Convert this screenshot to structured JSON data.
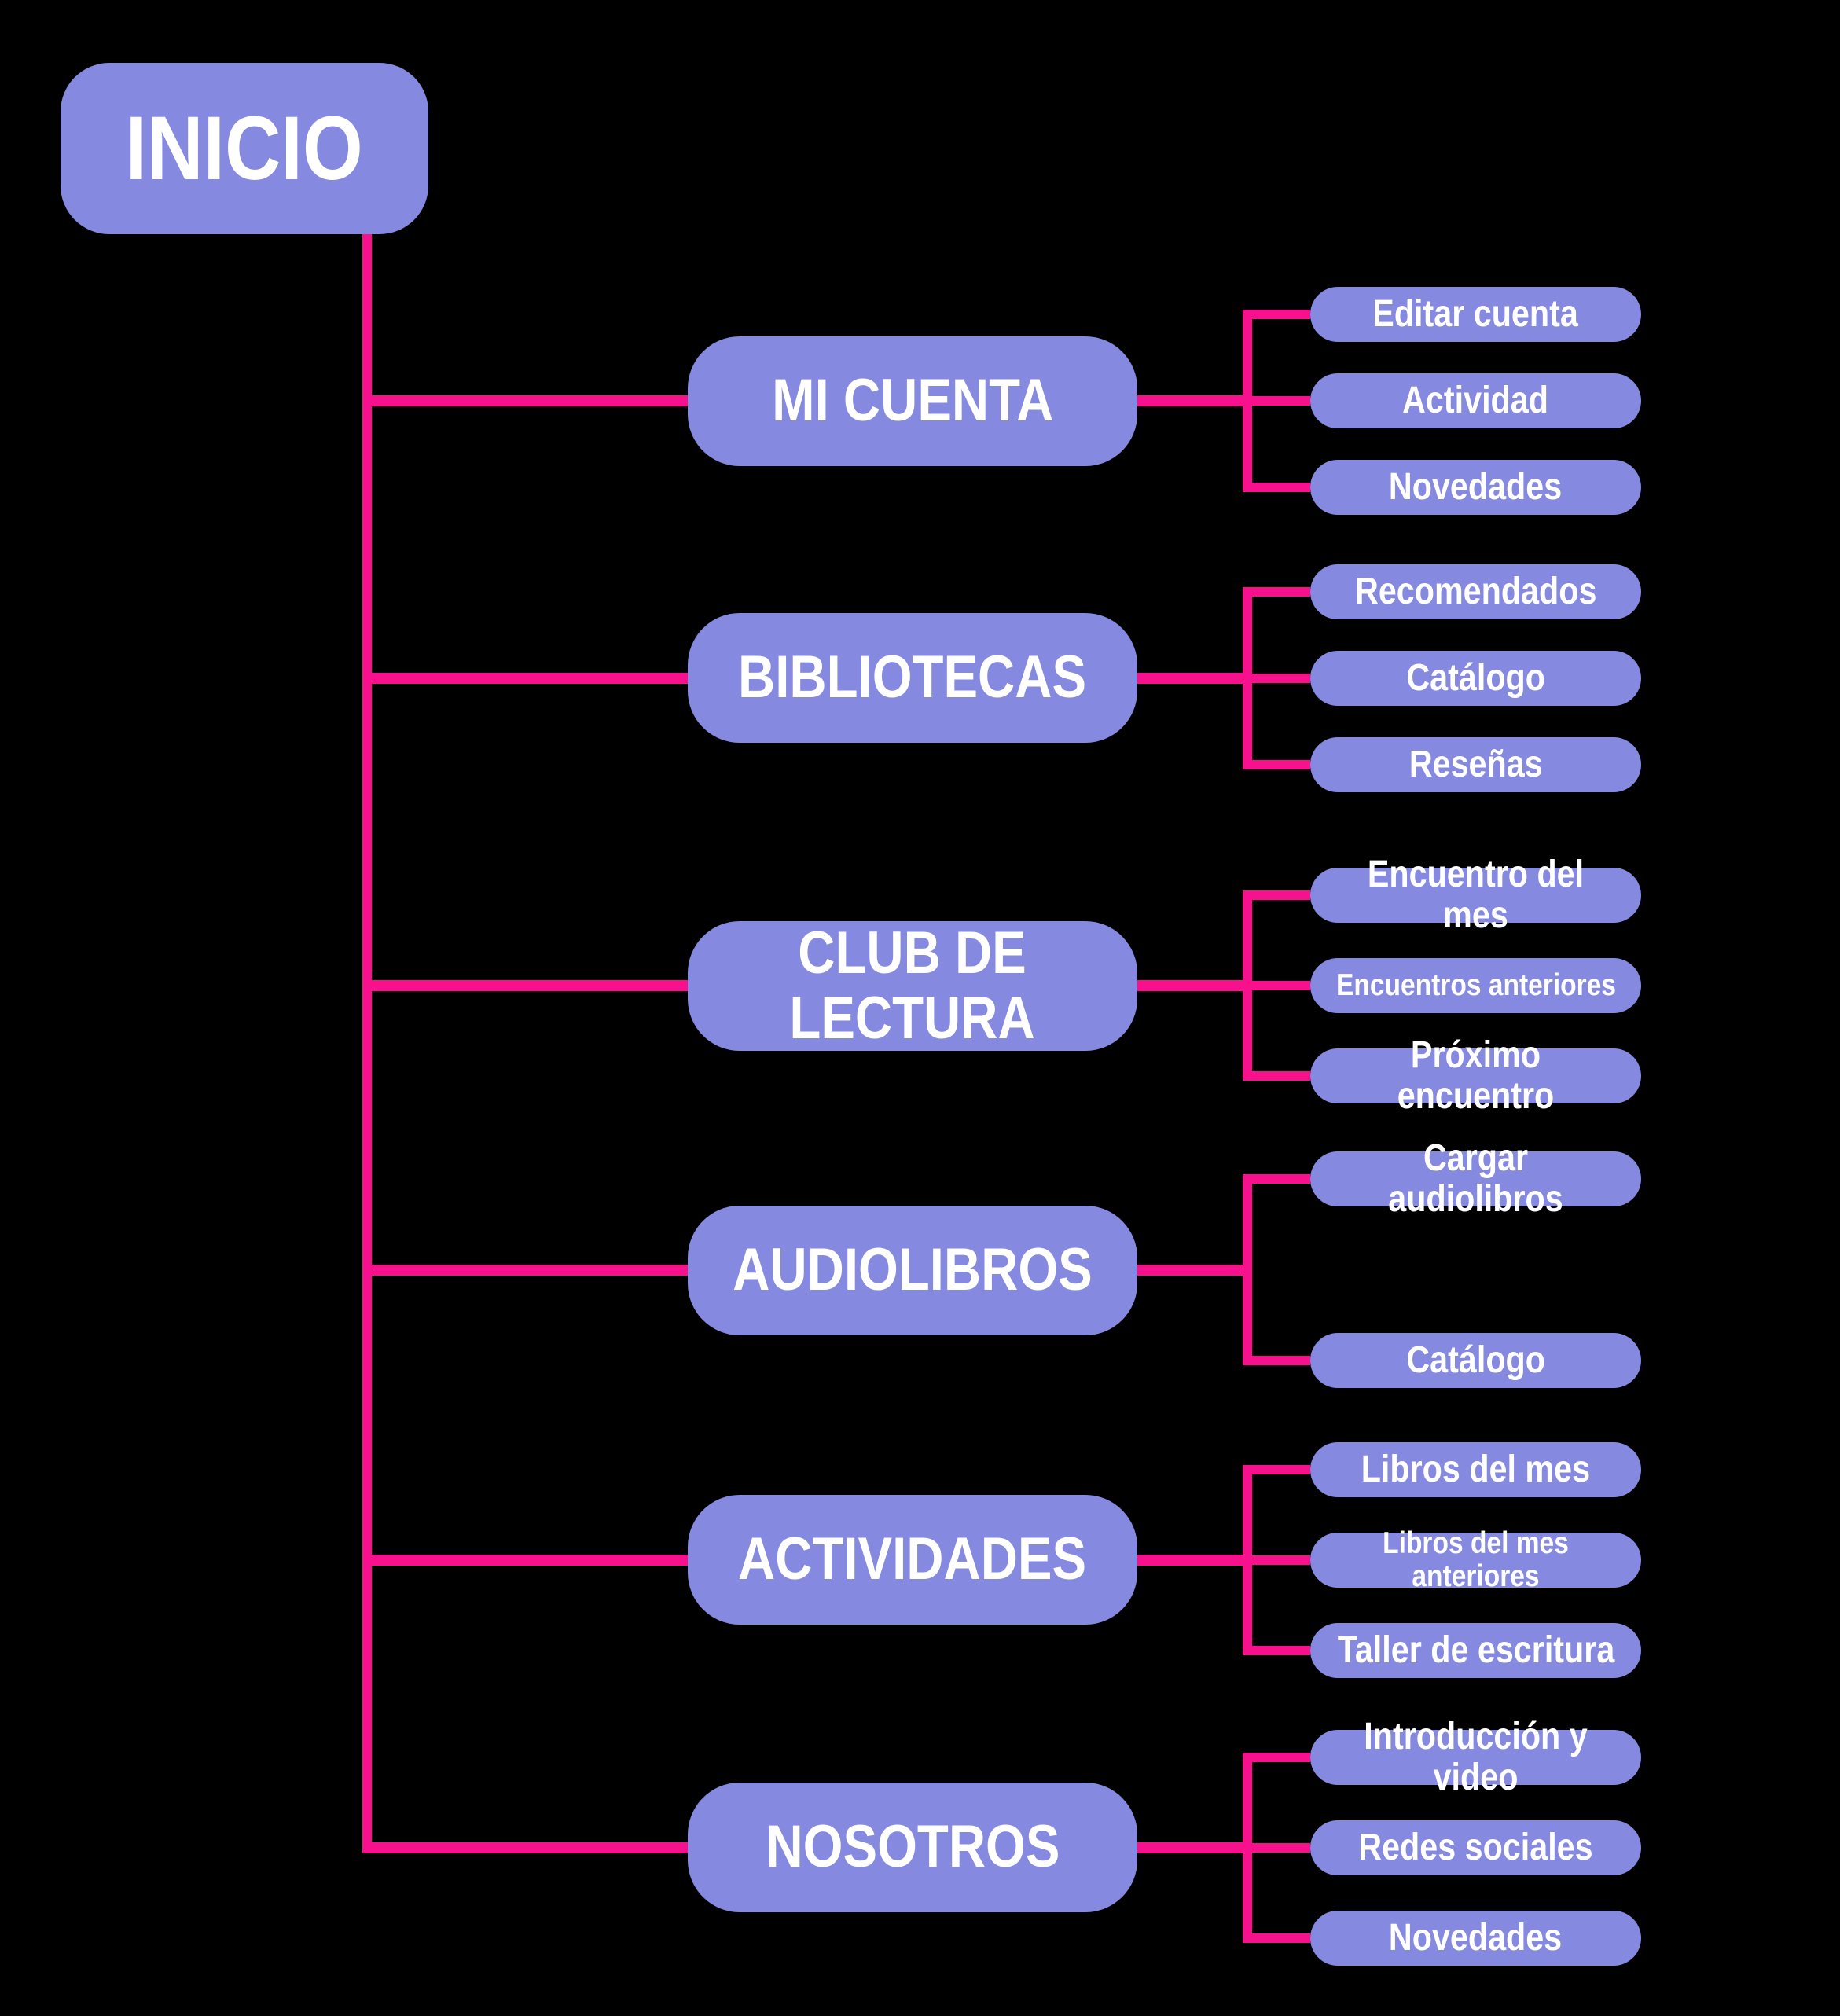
{
  "diagram": {
    "title_node": "INICIO",
    "colors": {
      "node_fill": "#8589DF",
      "connector_pink": "#F7118C",
      "background": "#000000",
      "text": "#FFFFFF"
    },
    "sections": [
      {
        "label": "MI CUENTA",
        "children": [
          "Editar cuenta",
          "Actividad",
          "Novedades"
        ]
      },
      {
        "label": "BIBLIOTECAS",
        "children": [
          "Recomendados",
          "Catálogo",
          "Reseñas"
        ]
      },
      {
        "label": "CLUB DE\nLECTURA",
        "children": [
          "Encuentro del mes",
          "Encuentros anteriores",
          "Próximo encuentro"
        ]
      },
      {
        "label": "AUDIOLIBROS",
        "children": [
          "Cargar audiolibros",
          "Catálogo"
        ]
      },
      {
        "label": "ACTIVIDADES",
        "children": [
          "Libros del mes",
          "Libros del mes anteriores",
          "Taller de escritura"
        ]
      },
      {
        "label": "NOSOTROS",
        "children": [
          "Introducción y video",
          "Redes sociales",
          "Novedades"
        ]
      }
    ]
  }
}
